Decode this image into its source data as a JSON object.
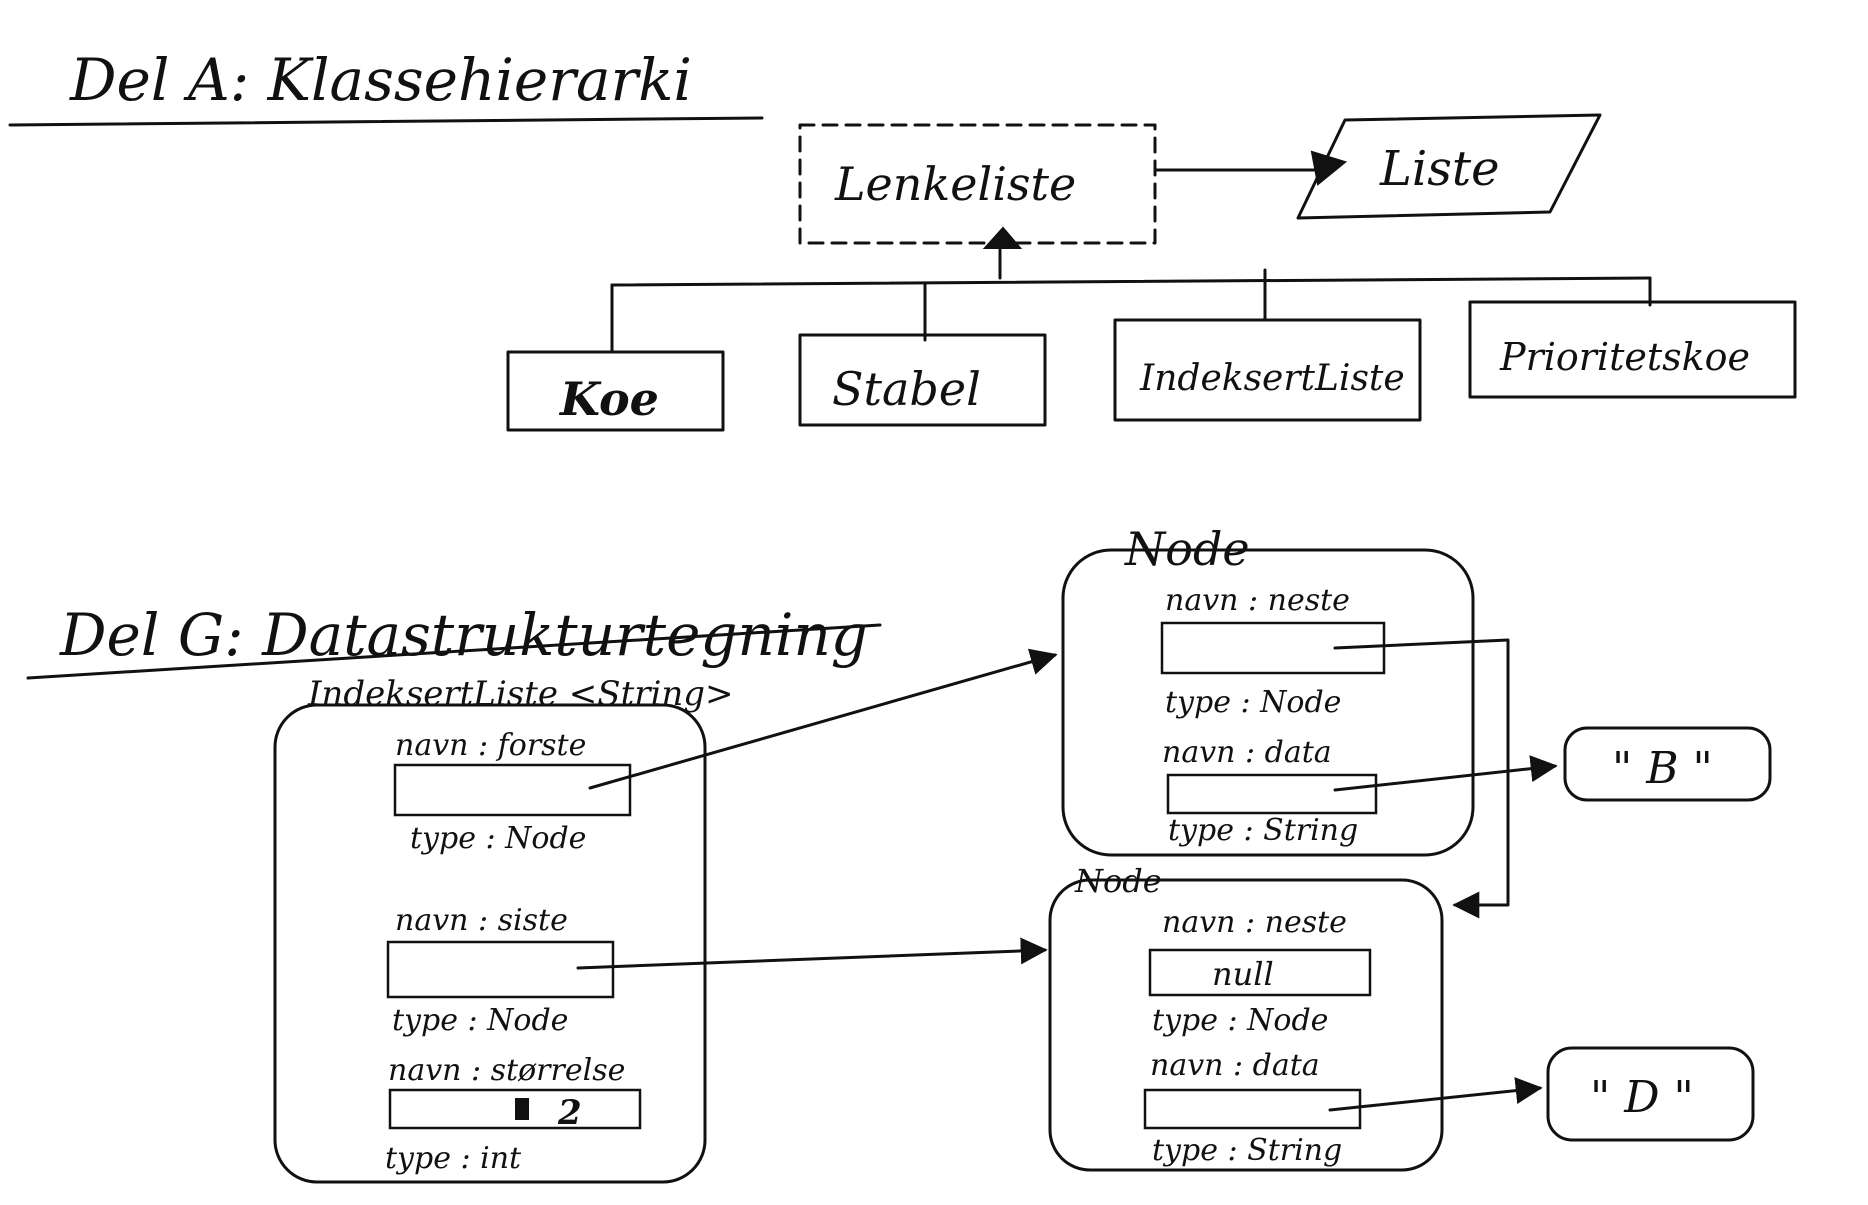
{
  "partA": {
    "heading": "Del A: Klassehierarki",
    "abstract_class": "Lenkeliste",
    "interface": "Liste",
    "subclasses": [
      "Koe",
      "Stabel",
      "IndeksertListe",
      "Prioritetskoe"
    ]
  },
  "partG": {
    "heading": "Del G: Datastrukturtegning",
    "list_object": {
      "title": "IndeksertListe <String>",
      "fields": [
        {
          "name": "navn : forste",
          "value": "",
          "type": "type : Node"
        },
        {
          "name": "navn : siste",
          "value": "",
          "type": "type : Node"
        },
        {
          "name": "navn : størrelse",
          "value": "2",
          "type": "type : int"
        }
      ]
    },
    "node1": {
      "title": "Node",
      "fields": [
        {
          "name": "navn : neste",
          "value": "",
          "type": "type : Node"
        },
        {
          "name": "navn : data",
          "value": "",
          "type": "type : String"
        }
      ]
    },
    "node2": {
      "title": "Node",
      "fields": [
        {
          "name": "navn : neste",
          "value": "null",
          "type": "type : Node"
        },
        {
          "name": "navn : data",
          "value": "",
          "type": "type : String"
        }
      ]
    },
    "string_b": "\" B \"",
    "string_d": "\" D \""
  }
}
